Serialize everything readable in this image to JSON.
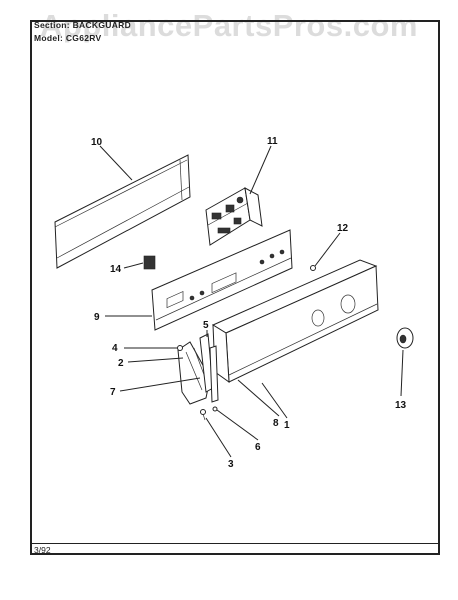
{
  "header": {
    "section_line": "Section: BACKGUARD",
    "model_line": "Model: CG62RV"
  },
  "watermark": "AppliancePartsPros.com",
  "footer": {
    "date": "3/92"
  },
  "callouts": [
    "1",
    "2",
    "3",
    "4",
    "5",
    "6",
    "7",
    "8",
    "9",
    "10",
    "11",
    "12",
    "13",
    "14"
  ],
  "colors": {
    "line": "#222222",
    "watermark": "#969696"
  }
}
